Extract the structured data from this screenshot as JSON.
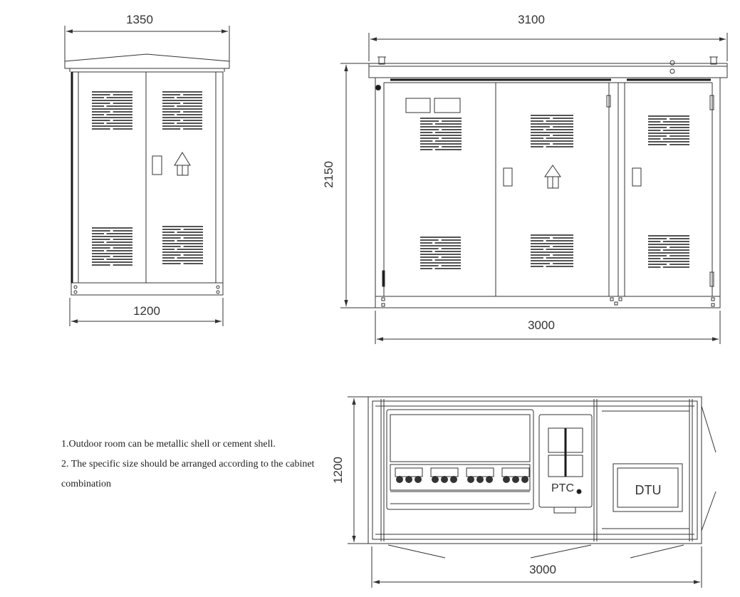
{
  "dimensions": {
    "left_top_width": "1350",
    "left_bottom_width": "1200",
    "right_top_width": "3100",
    "right_height": "2150",
    "right_bottom_width": "3000",
    "plan_depth": "1200",
    "plan_width": "3000"
  },
  "plan_labels": {
    "ptc": "PTC",
    "dtu": "DTU"
  },
  "notes": [
    "1.Outdoor room can be metallic shell or cement shell.",
    "2. The specific size should be arranged according to the cabinet combination"
  ],
  "colors": {
    "line": "#333333",
    "dark": "#1a1a1a",
    "light": "#888888"
  }
}
